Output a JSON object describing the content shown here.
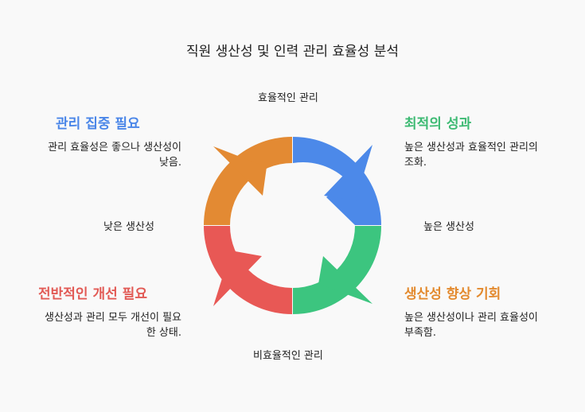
{
  "title": "직원 생산성 및 인력 관리 효율성 분석",
  "axes": {
    "top": "효율적인 관리",
    "bottom": "비효율적인 관리",
    "left": "낮은 생산성",
    "right": "높은 생산성"
  },
  "quadrants": [
    {
      "id": "top-left",
      "title": "관리 집중 필요",
      "desc_line1": "관리 효율성은 좋으나 생산성이",
      "desc_line2": "낮음.",
      "color": "#4a86e8"
    },
    {
      "id": "top-right",
      "title": "최적의 성과",
      "desc_line1": "높은 생산성과 효율적인 관리의",
      "desc_line2": "조화.",
      "color": "#3dba73"
    },
    {
      "id": "bottom-left",
      "title": "전반적인 개선 필요",
      "desc_line1": "생산성과 관리 모두 개선이 필요",
      "desc_line2": "한 상태.",
      "color": "#e25a55"
    },
    {
      "id": "bottom-right",
      "title": "생산성 향상 기회",
      "desc_line1": "높은 생산성이나 관리 효율성이",
      "desc_line2": "부족함.",
      "color": "#e38a2e"
    }
  ],
  "segment_colors": {
    "top_right": "#4c89e9",
    "bottom_right": "#3cc57f",
    "bottom_left": "#e85855",
    "top_left": "#e38a33"
  }
}
